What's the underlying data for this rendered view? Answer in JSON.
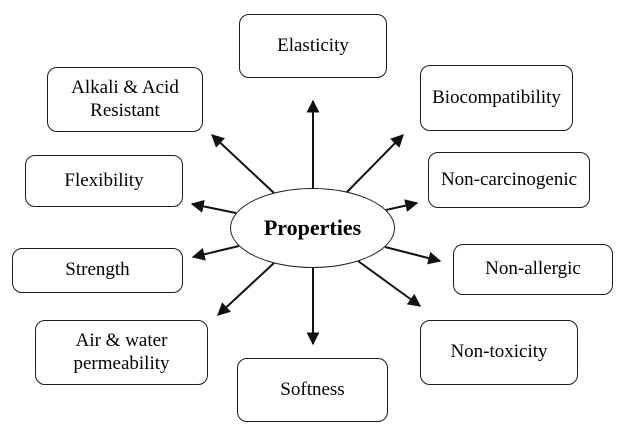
{
  "diagram": {
    "center": {
      "label": "Properties"
    },
    "nodes": [
      {
        "id": "elasticity",
        "label": "Elasticity"
      },
      {
        "id": "biocompatibility",
        "label": "Biocompatibility"
      },
      {
        "id": "non-carcinogenic",
        "label": "Non-carcinogenic"
      },
      {
        "id": "non-allergic",
        "label": "Non-allergic"
      },
      {
        "id": "non-toxicity",
        "label": "Non-toxicity"
      },
      {
        "id": "softness",
        "label": "Softness"
      },
      {
        "id": "air-water-permeability",
        "label": "Air & water permeability"
      },
      {
        "id": "strength",
        "label": "Strength"
      },
      {
        "id": "flexibility",
        "label": "Flexibility"
      },
      {
        "id": "alkali-acid-resistant",
        "label": "Alkali & Acid Resistant"
      }
    ],
    "colors": {
      "stroke": "#1c1c1c",
      "arrow": "#111111",
      "background": "#ffffff",
      "text": "#000000"
    }
  }
}
